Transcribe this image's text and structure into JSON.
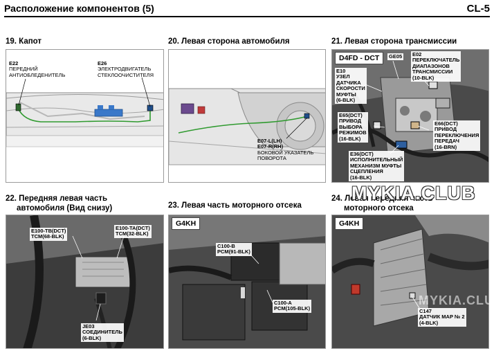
{
  "header": {
    "title": "Расположение компонентов (5)",
    "code": "CL-5"
  },
  "sections": {
    "s19": {
      "title": "19. Капот",
      "callouts": {
        "e22": [
          "E22",
          "ПЕРЕДНИЙ",
          "АНТИОБЛЕДЕНИТЕЛЬ"
        ],
        "e26": [
          "E26",
          "ЭЛЕКТРОДВИГАТЕЛЬ",
          "СТЕКЛООЧИСТИТЕЛЯ"
        ]
      }
    },
    "s20": {
      "title": "20. Левая сторона автомобиля",
      "callouts": {
        "e07": [
          "E07-L(LH)",
          "E07-R(RH)",
          "БОКОВОЙ УКАЗАТЕЛЬ",
          "ПОВОРОТА"
        ]
      }
    },
    "s21": {
      "title": "21. Левая сторона трансмиссии",
      "tag": "D4FD - DCT",
      "callouts": {
        "ge05": [
          "GE05"
        ],
        "e02": [
          "E02",
          "ПЕРЕКЛЮЧАТЕЛЬ",
          "ДИАПАЗОНОВ",
          "ТРАНСМИССИИ",
          "(10-BLK)"
        ],
        "e10": [
          "E10",
          "УЗЕЛ",
          "ДАТЧИКА",
          "СКОРОСТИ",
          "МУФТЫ",
          "(6-BLK)"
        ],
        "e65": [
          "E65(DCT)",
          "ПРИВОД",
          "ВЫБОРА",
          "РЕЖИМОВ",
          "(16-BLK)"
        ],
        "e66": [
          "E66(DCT)",
          "ПРИВОД",
          "ПЕРЕКЛЮЧЕНИЯ",
          "ПЕРЕДАЧ",
          "(16-BRN)"
        ],
        "e36": [
          "E36(DCT)",
          "ИСПОЛНИТЕЛЬНЫЙ",
          "МЕХАНИЗМ МУФТЫ",
          "СЦЕПЛЕНИЯ",
          "(16-BLK)"
        ]
      }
    },
    "s22": {
      "title_line1": "22. Передняя левая часть",
      "title_line2": "автомобиля (Вид снизу)",
      "callouts": {
        "e100tb": [
          "E100-TB(DCT)",
          "TCM(68-BLK)"
        ],
        "e100ta": [
          "E100-TA(DCT)",
          "TCM(32-BLK)"
        ],
        "je03": [
          "JE03",
          "СОЕДИНИТЕЛЬ",
          "(6-BLK)"
        ]
      }
    },
    "s23": {
      "title": "23. Левая часть моторного отсека",
      "tag": "G4KH",
      "callouts": {
        "c100b": [
          "C100-B",
          "PCM(91-BLK)"
        ],
        "c100a": [
          "C100-A",
          "PCM(105-BLK)"
        ]
      }
    },
    "s24": {
      "title_line1": "24. Левая передняя часть",
      "title_line2": "моторного отсека",
      "tag": "G4KH",
      "callouts": {
        "c147": [
          "C147",
          "ДАТЧИК MAP № 2",
          "(4-BLK)"
        ]
      }
    }
  },
  "watermark": "MYKIA.CLUB",
  "watermark_small": "MYKIA.CLUB"
}
